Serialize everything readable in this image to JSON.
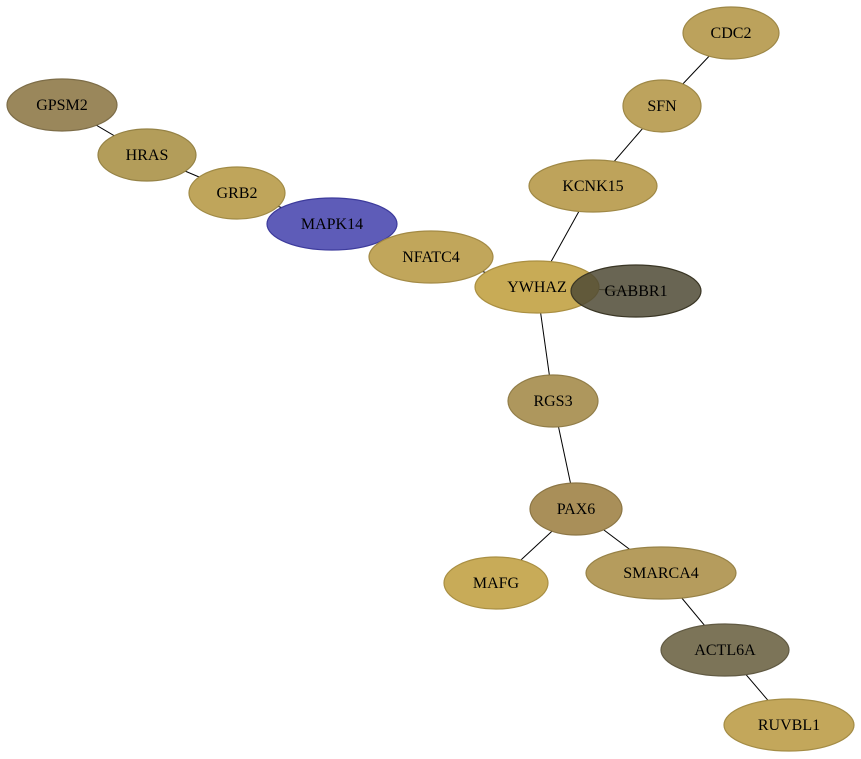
{
  "nodes": [
    {
      "id": "GPSM2",
      "label": "GPSM2",
      "fill": "#9a875b",
      "stroke": "#7d6d48"
    },
    {
      "id": "HRAS",
      "label": "HRAS",
      "fill": "#b39d5a",
      "stroke": "#958245"
    },
    {
      "id": "GRB2",
      "label": "GRB2",
      "fill": "#bfa55b",
      "stroke": "#a08a45"
    },
    {
      "id": "MAPK14",
      "label": "MAPK14",
      "fill": "#5e5cb8",
      "stroke": "#3d3b9c"
    },
    {
      "id": "NFATC4",
      "label": "NFATC4",
      "fill": "#c1a65b",
      "stroke": "#a38a45"
    },
    {
      "id": "YWHAZ",
      "label": "YWHAZ",
      "fill": "#c8ab56",
      "stroke": "#aa8f41"
    },
    {
      "id": "GABBR1",
      "label": "GABBR1",
      "fill": "#4f4a35",
      "stroke": "#3a3625",
      "opacity": 0.85
    },
    {
      "id": "KCNK15",
      "label": "KCNK15",
      "fill": "#bea35b",
      "stroke": "#9f8845"
    },
    {
      "id": "SFN",
      "label": "SFN",
      "fill": "#bda35d",
      "stroke": "#9e8847"
    },
    {
      "id": "CDC2",
      "label": "CDC2",
      "fill": "#bca25c",
      "stroke": "#9d8746"
    },
    {
      "id": "RGS3",
      "label": "RGS3",
      "fill": "#ae975d",
      "stroke": "#917d48"
    },
    {
      "id": "PAX6",
      "label": "PAX6",
      "fill": "#a98f59",
      "stroke": "#8c7645"
    },
    {
      "id": "MAFG",
      "label": "MAFG",
      "fill": "#c8ab58",
      "stroke": "#a98f43"
    },
    {
      "id": "SMARCA4",
      "label": "SMARCA4",
      "fill": "#b59c5d",
      "stroke": "#978247"
    },
    {
      "id": "ACTL6A",
      "label": "ACTL6A",
      "fill": "#7c7458",
      "stroke": "#615a43"
    },
    {
      "id": "RUVBL1",
      "label": "RUVBL1",
      "fill": "#c3a75b",
      "stroke": "#a48c45"
    }
  ],
  "edges": [
    {
      "source": "GPSM2",
      "target": "HRAS"
    },
    {
      "source": "HRAS",
      "target": "GRB2"
    },
    {
      "source": "GRB2",
      "target": "MAPK14"
    },
    {
      "source": "MAPK14",
      "target": "NFATC4"
    },
    {
      "source": "NFATC4",
      "target": "YWHAZ"
    },
    {
      "source": "YWHAZ",
      "target": "GABBR1"
    },
    {
      "source": "YWHAZ",
      "target": "KCNK15"
    },
    {
      "source": "KCNK15",
      "target": "SFN"
    },
    {
      "source": "SFN",
      "target": "CDC2"
    },
    {
      "source": "YWHAZ",
      "target": "RGS3"
    },
    {
      "source": "RGS3",
      "target": "PAX6"
    },
    {
      "source": "PAX6",
      "target": "MAFG"
    },
    {
      "source": "PAX6",
      "target": "SMARCA4"
    },
    {
      "source": "SMARCA4",
      "target": "ACTL6A"
    },
    {
      "source": "ACTL6A",
      "target": "RUVBL1"
    }
  ]
}
